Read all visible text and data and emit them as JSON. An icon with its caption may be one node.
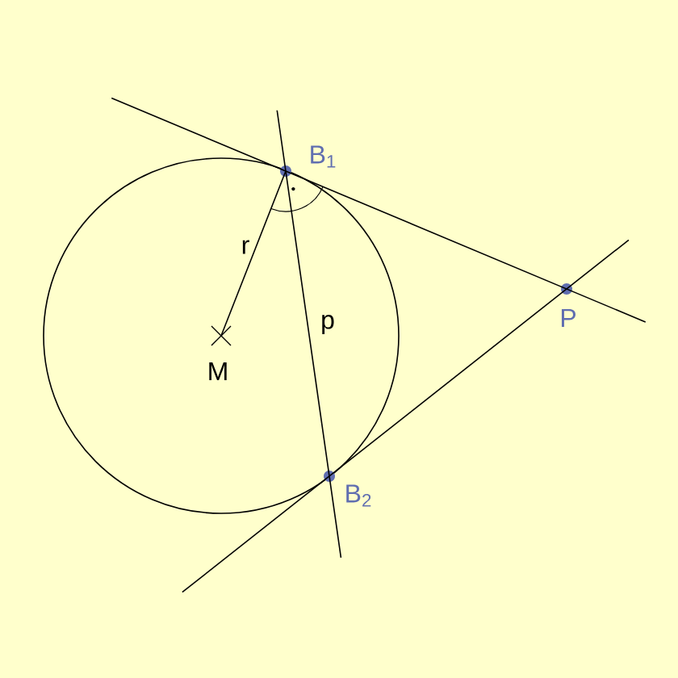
{
  "diagram": {
    "nodes": [
      {
        "text": [
          "M"
        ]
      },
      {
        "text": [
          "B$_{1}$"
        ]
      },
      {
        "text": [
          "B$_{2}$"
        ]
      },
      {
        "text": [
          "P"
        ]
      }
    ],
    "edges": [
      {
        "from": 0,
        "to": 1,
        "arrow": "none",
        "label": "r"
      },
      {
        "from": 1,
        "to": 2,
        "arrow": "none",
        "label": "p"
      },
      {
        "from": 3,
        "to": 1,
        "arrow": "none"
      },
      {
        "from": 3,
        "to": 2,
        "arrow": "none"
      }
    ]
  }
}
